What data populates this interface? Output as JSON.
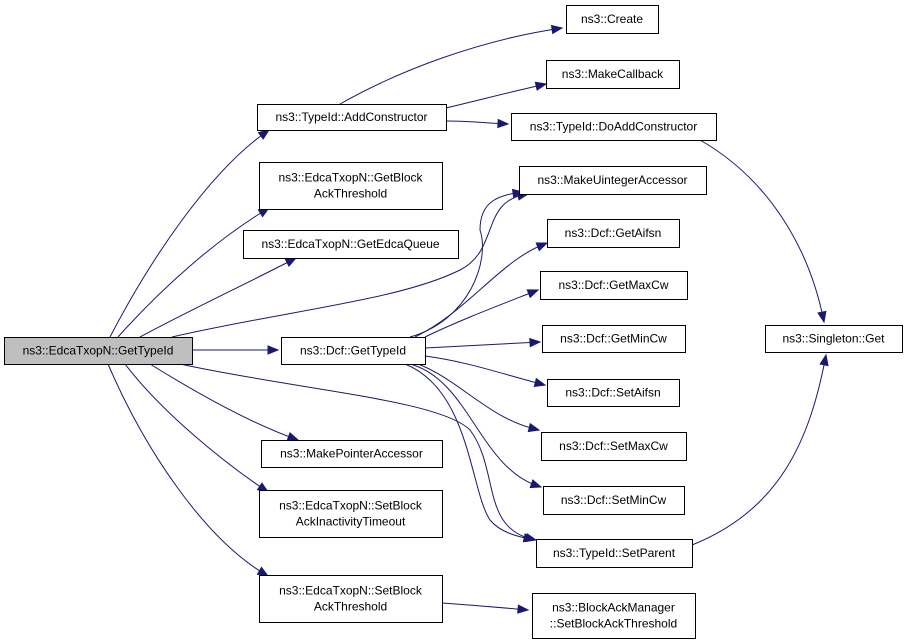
{
  "graph": {
    "nodes": {
      "root": [
        "ns3::EdcaTxopN::GetTypeId"
      ],
      "add_constructor": [
        "ns3::TypeId::AddConstructor"
      ],
      "create": [
        "ns3::Create"
      ],
      "make_callback": [
        "ns3::MakeCallback"
      ],
      "do_add_constructor": [
        "ns3::TypeId::DoAddConstructor"
      ],
      "get_block_ack_threshold": [
        "ns3::EdcaTxopN::GetBlock",
        "AckThreshold"
      ],
      "get_edca_queue": [
        "ns3::EdcaTxopN::GetEdcaQueue"
      ],
      "make_uinteger_accessor": [
        "ns3::MakeUintegerAccessor"
      ],
      "dcf_get_aifsn": [
        "ns3::Dcf::GetAifsn"
      ],
      "dcf_get_max_cw": [
        "ns3::Dcf::GetMaxCw"
      ],
      "dcf_get_type_id": [
        "ns3::Dcf::GetTypeId"
      ],
      "dcf_get_min_cw": [
        "ns3::Dcf::GetMinCw"
      ],
      "singleton_get": [
        "ns3::Singleton::Get"
      ],
      "dcf_set_aifsn": [
        "ns3::Dcf::SetAifsn"
      ],
      "make_pointer_accessor": [
        "ns3::MakePointerAccessor"
      ],
      "dcf_set_max_cw": [
        "ns3::Dcf::SetMaxCw"
      ],
      "dcf_set_min_cw": [
        "ns3::Dcf::SetMinCw"
      ],
      "set_block_ack_inactivity_timeout": [
        "ns3::EdcaTxopN::SetBlock",
        "AckInactivityTimeout"
      ],
      "type_id_set_parent": [
        "ns3::TypeId::SetParent"
      ],
      "set_block_ack_threshold": [
        "ns3::EdcaTxopN::SetBlock",
        "AckThreshold"
      ],
      "block_ack_manager_set_threshold": [
        "ns3::BlockAckManager",
        "::SetBlockAckThreshold"
      ]
    }
  }
}
